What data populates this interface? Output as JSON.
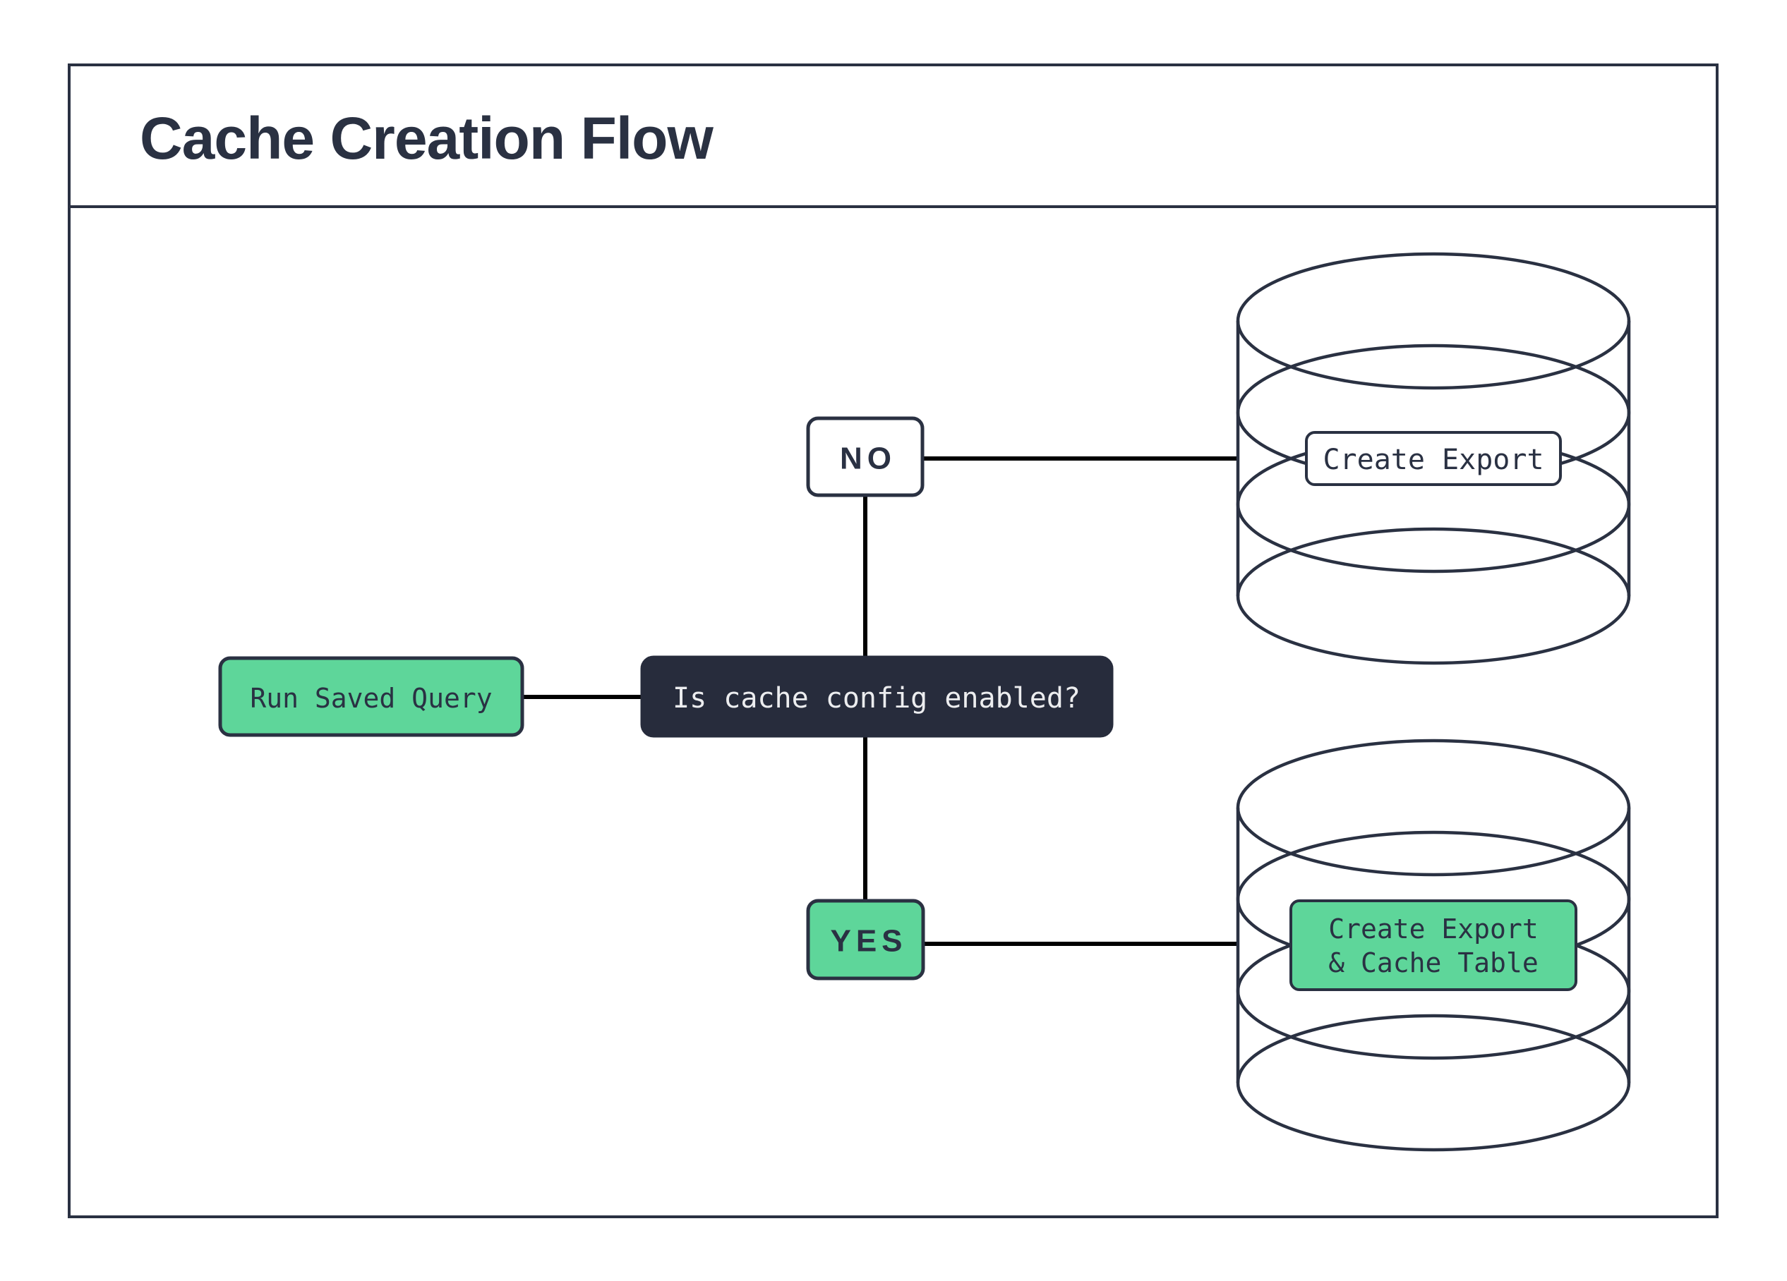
{
  "diagram": {
    "title": "Cache Creation Flow",
    "nodes": {
      "start": {
        "label": "Run Saved Query"
      },
      "decision": {
        "label": "Is cache config enabled?"
      },
      "no": {
        "label": "NO"
      },
      "yes": {
        "label": "YES"
      },
      "export_db": {
        "label": "Create Export"
      },
      "cache_db": {
        "label_line1": "Create Export",
        "label_line2": "& Cache Table"
      }
    },
    "colors": {
      "background": "#FFFFFF",
      "shape_stroke": "#2A3142",
      "connector": "#000000",
      "accent_green": "#5ED69A",
      "decision_fill": "#272C3C",
      "text_dark": "#2A3143",
      "text_light": "#ECEDEF"
    }
  }
}
